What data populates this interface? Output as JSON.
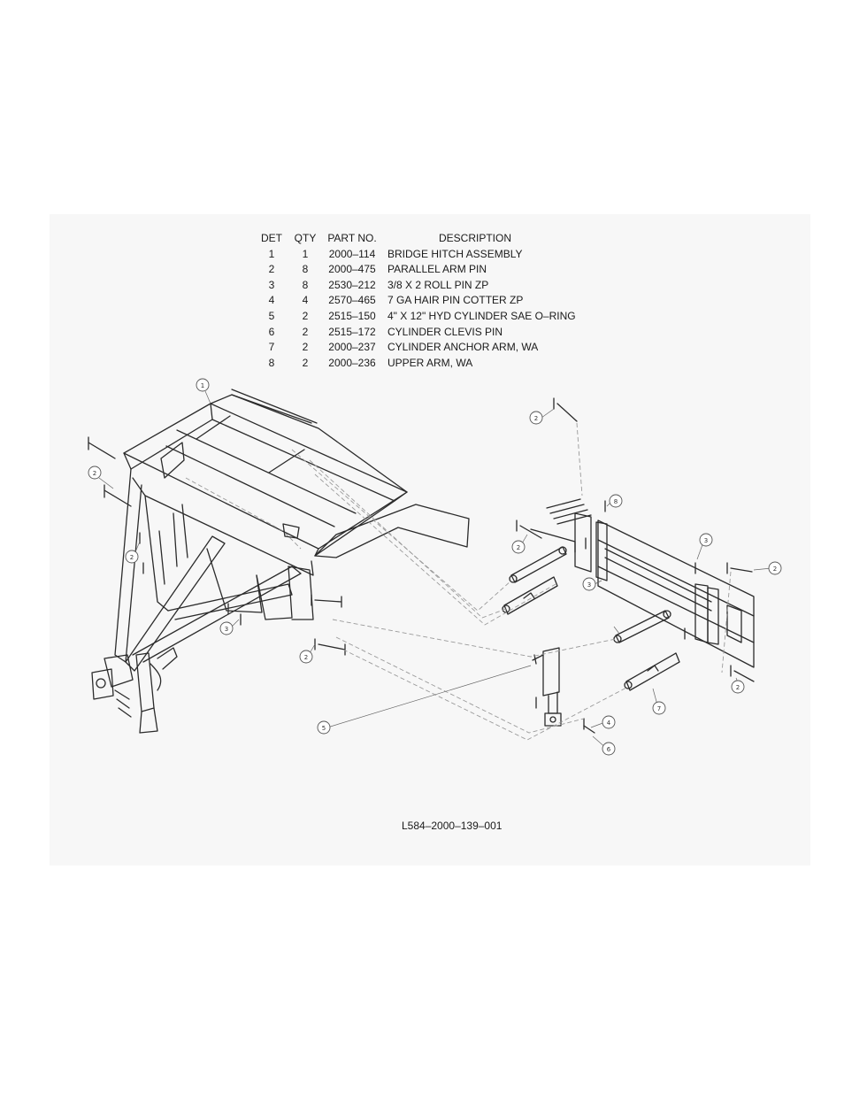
{
  "parts_table": {
    "headers": {
      "det": "DET",
      "qty": "QTY",
      "part_no": "PART NO.",
      "description": "DESCRIPTION"
    },
    "rows": [
      {
        "det": "1",
        "qty": "1",
        "part_no": "2000–114",
        "description": "BRIDGE HITCH ASSEMBLY"
      },
      {
        "det": "2",
        "qty": "8",
        "part_no": "2000–475",
        "description": "PARALLEL ARM PIN"
      },
      {
        "det": "3",
        "qty": "8",
        "part_no": "2530–212",
        "description": "3/8 X 2 ROLL PIN ZP"
      },
      {
        "det": "4",
        "qty": "4",
        "part_no": "2570–465",
        "description": "7 GA HAIR PIN COTTER ZP"
      },
      {
        "det": "5",
        "qty": "2",
        "part_no": "2515–150",
        "description": "4\" X 12\" HYD CYLINDER SAE O–RING"
      },
      {
        "det": "6",
        "qty": "2",
        "part_no": "2515–172",
        "description": "CYLINDER CLEVIS PIN"
      },
      {
        "det": "7",
        "qty": "2",
        "part_no": "2000–237",
        "description": "CYLINDER ANCHOR ARM, WA"
      },
      {
        "det": "8",
        "qty": "2",
        "part_no": "2000–236",
        "description": "UPPER ARM, WA"
      }
    ]
  },
  "drawing_number": "L584–2000–139–001",
  "balloons": [
    "1",
    "2",
    "2",
    "2",
    "2",
    "2",
    "2",
    "2",
    "3",
    "3",
    "3",
    "4",
    "5",
    "6",
    "7",
    "8"
  ]
}
